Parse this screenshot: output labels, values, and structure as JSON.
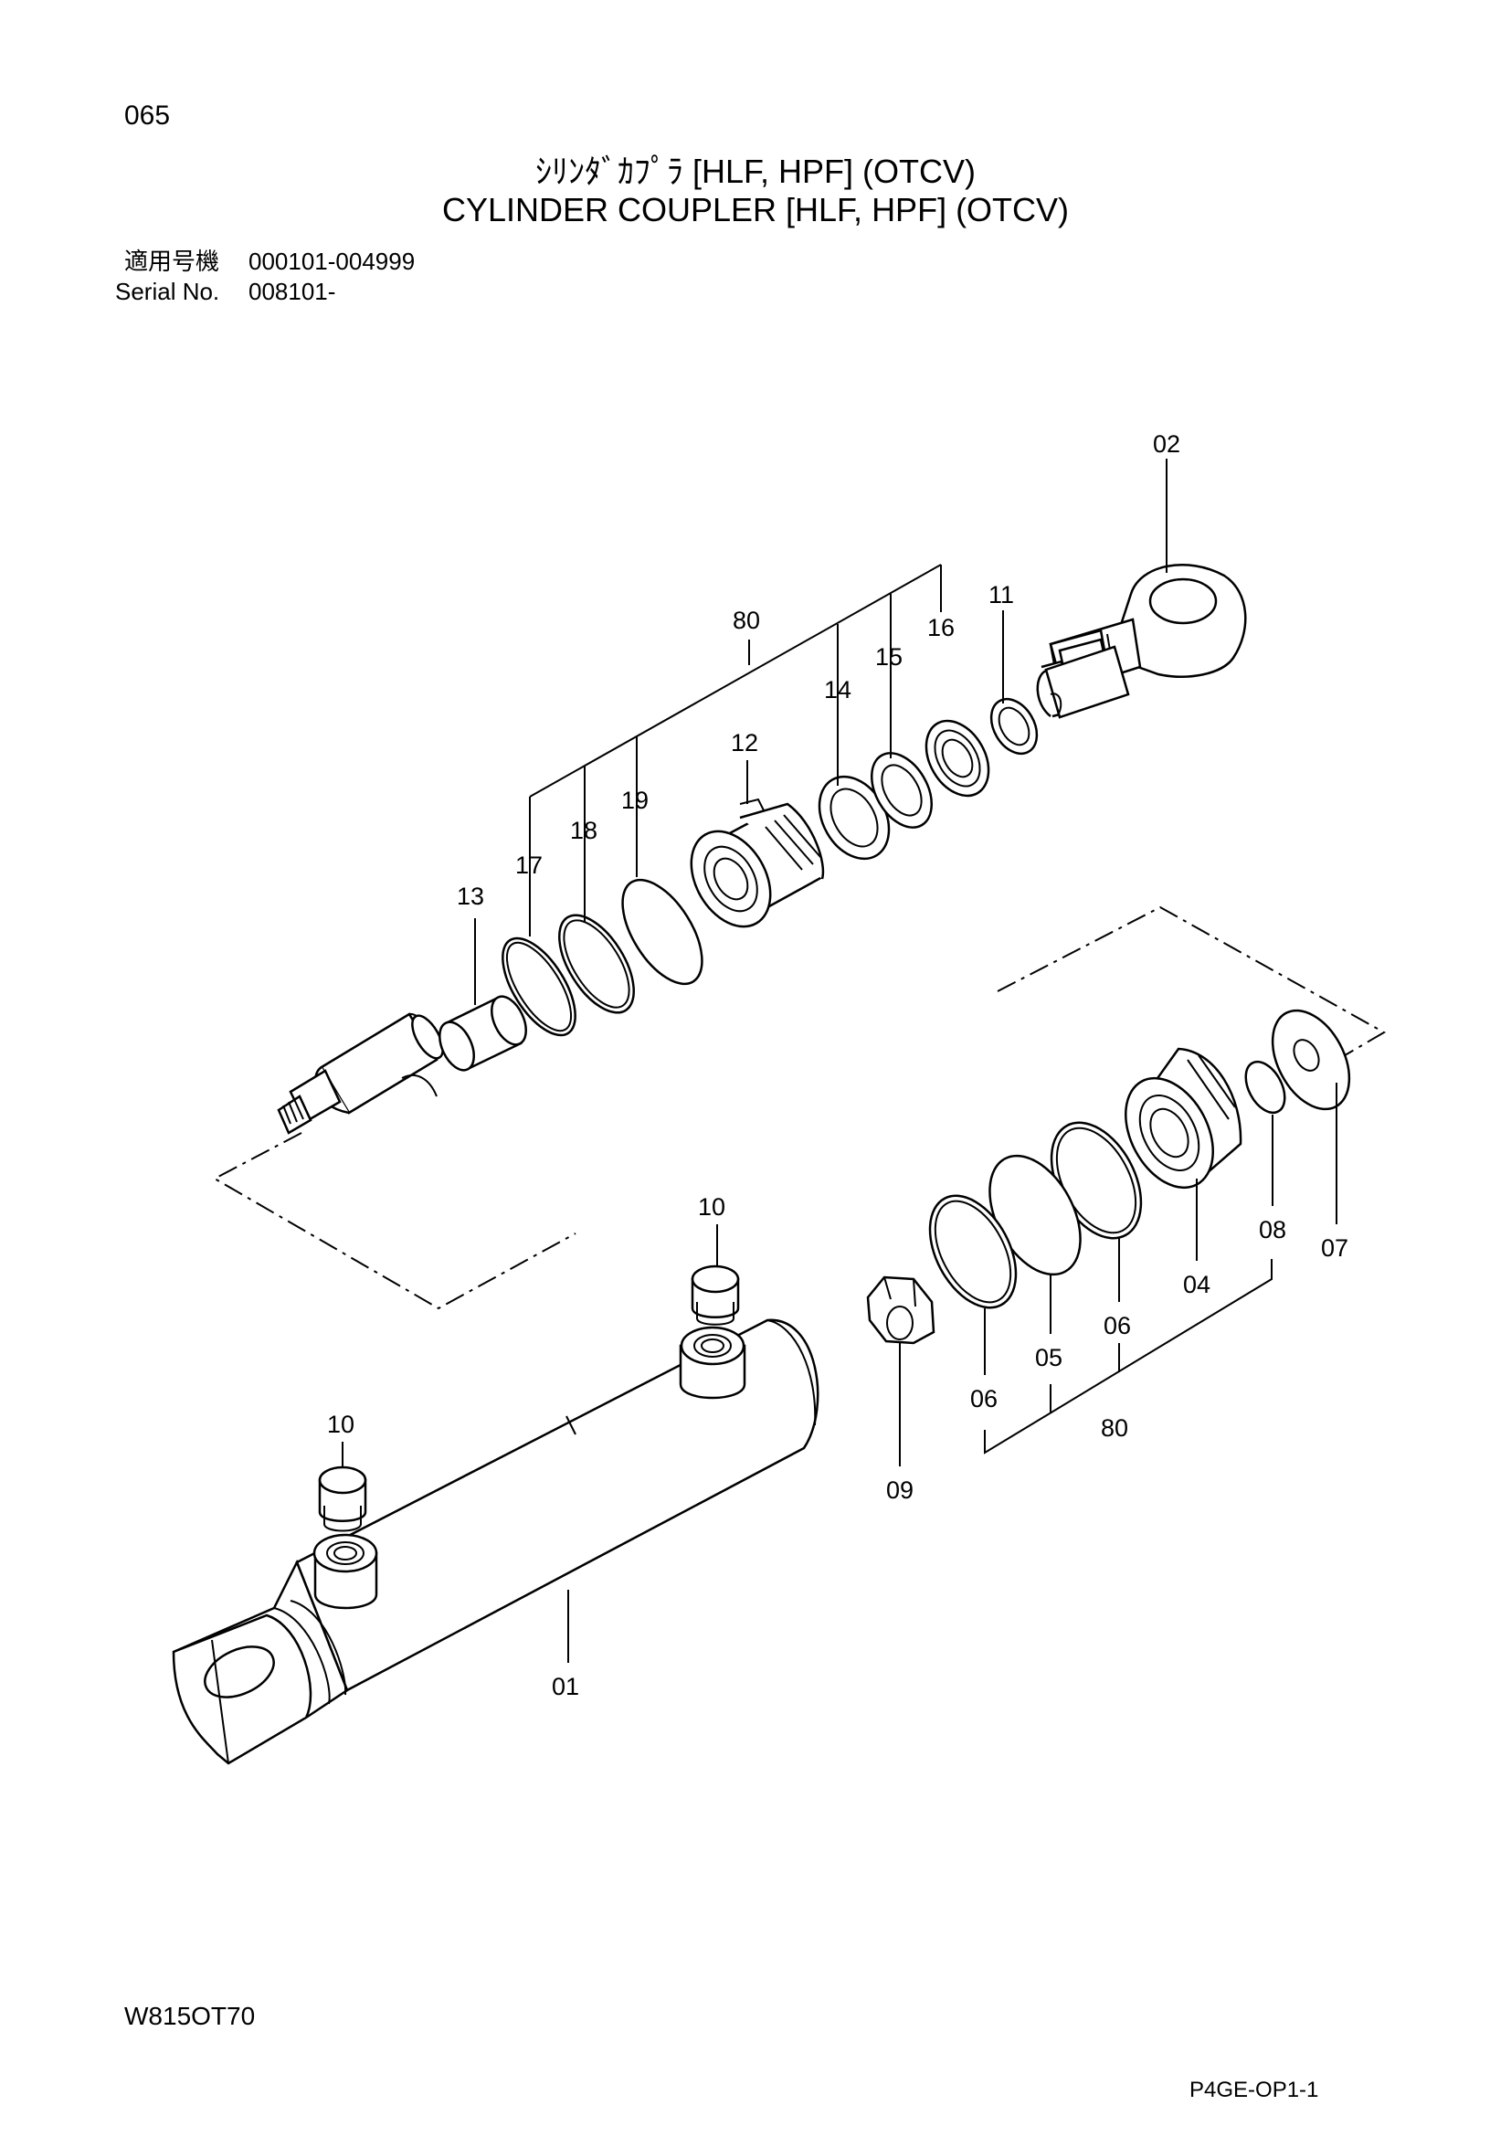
{
  "header": {
    "page_number": "065",
    "title_jp": "ｼﾘﾝﾀﾞｶﾌﾟﾗ [HLF, HPF] (OTCV)",
    "title_en": "CYLINDER COUPLER [HLF, HPF] (OTCV)",
    "serial_jp_label": "適用号機",
    "serial_jp_value": "000101-004999",
    "serial_en_label": "Serial  No.",
    "serial_en_value": "008101-"
  },
  "footer": {
    "drawing_code": "W815OT70",
    "page_ref": "P4GE-OP1-1"
  },
  "parts": {
    "p01": "01",
    "p02": "02",
    "p04": "04",
    "p05": "05",
    "p06a": "06",
    "p06b": "06",
    "p07": "07",
    "p08": "08",
    "p09": "09",
    "p10a": "10",
    "p10b": "10",
    "p11": "11",
    "p12": "12",
    "p13": "13",
    "p14": "14",
    "p15": "15",
    "p16": "16",
    "p17": "17",
    "p18": "18",
    "p19": "19",
    "p80a": "80",
    "p80b": "80"
  }
}
